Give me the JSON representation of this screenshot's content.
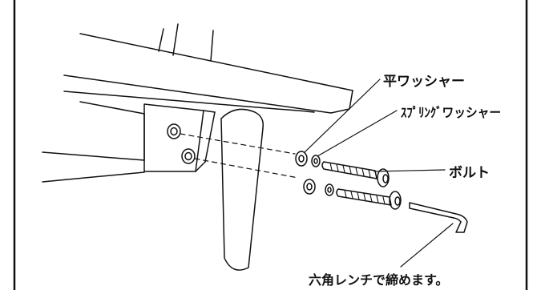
{
  "labels": {
    "flat_washer": "平ワッシャー",
    "spring_washer": "ｽﾌﾟﾘﾝｸﾞワッシャー",
    "bolt": "ボルト",
    "hex_wrench_instruction": "六角レンチで締めます。"
  },
  "colors": {
    "line": "#111111",
    "background": "#ffffff"
  }
}
